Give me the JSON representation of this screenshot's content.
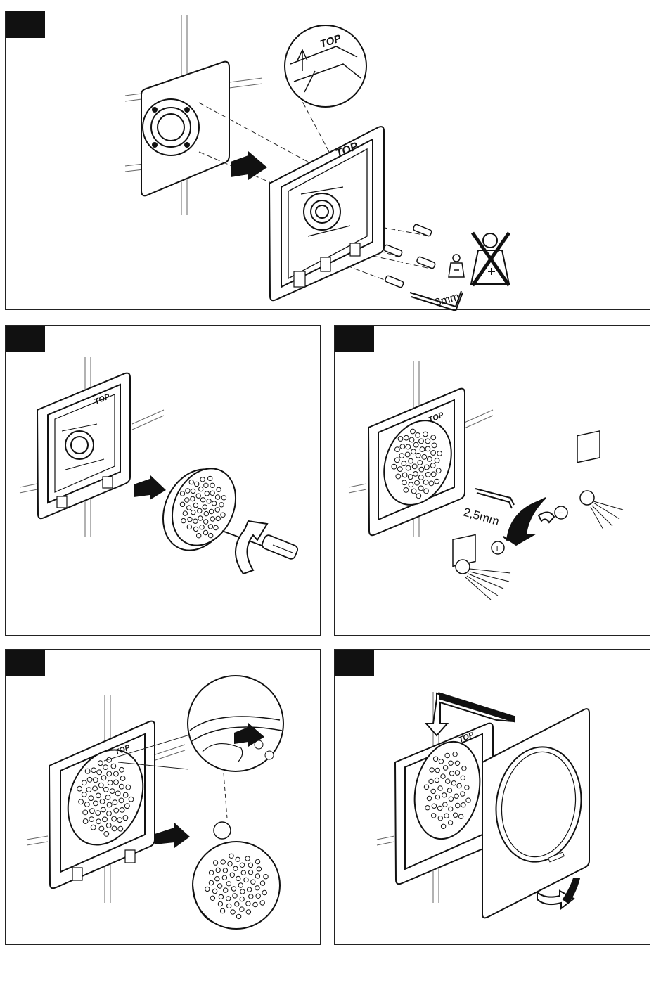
{
  "labels": {
    "top_marker": "TOP",
    "allen_key_large": "3mm",
    "allen_key_small": "2,5mm",
    "minus_sign": "−",
    "plus_sign": "+"
  },
  "icons": {
    "panel1": [
      "wall-plate-icon",
      "mounting-frame-icon",
      "screw-icon",
      "allen-key-icon",
      "weight-icon",
      "no-load-icon",
      "magnifier-detail-icon"
    ],
    "panel2": [
      "mounting-frame-icon",
      "shower-head-icon",
      "screwdriver-icon",
      "rotate-arrow-icon"
    ],
    "panel3": [
      "mounting-frame-icon",
      "allen-key-icon",
      "rotate-arrow-icon",
      "spray-pattern-icon"
    ],
    "panel4": [
      "mounting-frame-icon",
      "shower-head-icon",
      "magnifier-detail-icon",
      "push-arrow-icon"
    ],
    "panel5": [
      "mounting-frame-icon",
      "cover-plate-icon",
      "rotate-arrow-icon"
    ]
  }
}
